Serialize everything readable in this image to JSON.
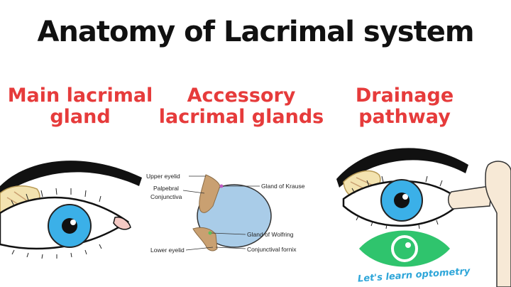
{
  "title": "Anatomy of Lacrimal system",
  "sections": {
    "main": {
      "line1": "Main lacrimal",
      "line2": "gland"
    },
    "accessory": {
      "line1": "Accessory",
      "line2": "lacrimal glands"
    },
    "drainage": {
      "line1": "Drainage",
      "line2": "pathway"
    }
  },
  "diagram_labels": {
    "upper_eyelid": "Upper eyelid",
    "palpebral": "Palpebral",
    "conjunctiva": "Conjunctiva",
    "lower_eyelid": "Lower eyelid",
    "gland_krause": "Gland of Krause",
    "gland_wolfring": "Gland of Wolfring",
    "conjunctival_fornix": "Conjunctival fornix"
  },
  "brand": "Let's learn optometry",
  "colors": {
    "heading": "#e63b3b",
    "iris": "#3bb0e8",
    "eyeball": "#a9cce8",
    "brand_eye": "#2fc46d",
    "gland": "#f3e3b0",
    "lid_tissue": "#c9a071"
  }
}
